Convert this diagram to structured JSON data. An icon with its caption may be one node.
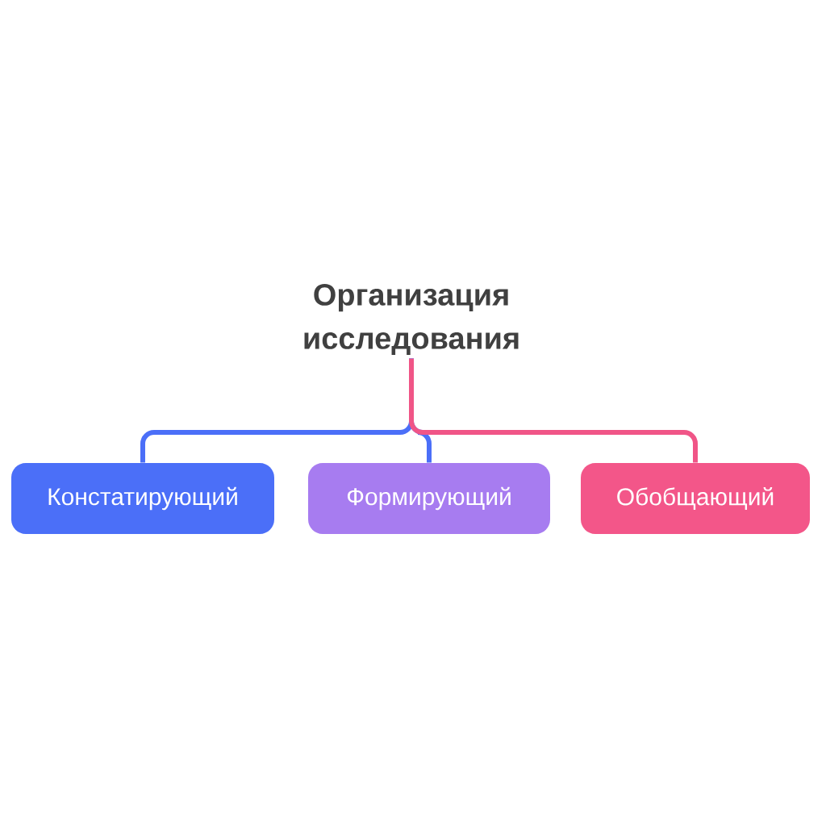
{
  "diagram": {
    "nodes": [
      {
        "text": [
          "Организация исследования"
        ]
      },
      {
        "text": [
          "Констатирующий"
        ]
      },
      {
        "text": [
          "Формирующий"
        ]
      },
      {
        "text": [
          "Обобщающий"
        ]
      }
    ],
    "edges": [
      {
        "from": 0,
        "to": 1,
        "arrow": "none"
      },
      {
        "from": 0,
        "to": 2,
        "arrow": "none"
      },
      {
        "from": 0,
        "to": 3,
        "arrow": "none",
        "color": "#f05587"
      }
    ]
  }
}
